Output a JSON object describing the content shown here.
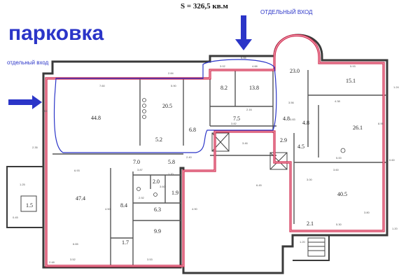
{
  "header": {
    "total_area": "S = 326,5 кв.м",
    "parking_label": "парковка",
    "entrance_left": "отдельный вход",
    "entrance_top": "ОТДЕЛЬНЫЙ ВХОД"
  },
  "colors": {
    "rental_boundary": "#d0264a",
    "annotation": "#2b35c8",
    "wall": "#3a3a3a"
  },
  "rooms": {
    "r1": "44.8",
    "r2": "20.5",
    "r3": "5.2",
    "r4": "6.8",
    "r5": "8.2",
    "r6": "13.8",
    "r7": "7.5",
    "r8": "23.0",
    "r9": "15.1",
    "r10": "4.8",
    "r11": "4.8",
    "r12": "26.1",
    "r13": "2.9",
    "r14": "4.5",
    "r15": "47.4",
    "r16": "7.0",
    "r17": "5.8",
    "r18": "2.0",
    "r19": "1.9",
    "r20": "8.4",
    "r21": "6.3",
    "r22": "9.9",
    "r23": "1.7",
    "r24": "1.5",
    "r25": "40.5",
    "r26": "2.1"
  },
  "dims": {
    "d1": "7.60",
    "d2": "5.90",
    "d3": "2.84",
    "d4": "5.55",
    "d5": "3.02",
    "d6": "4.88",
    "d7": "3.56",
    "d8": "4.38",
    "d9": "5.93",
    "d10": "8.95",
    "d11": "3.60",
    "d12": "5.00",
    "d13": "0.60",
    "d14": "1.24",
    "d15": "1.20",
    "d16": "3.53",
    "d17": "2.35",
    "d18": "3.82",
    "d19": "2.16",
    "d20": "6.93",
    "d21": "3.87",
    "d22": "3.60",
    "d23": "1.70",
    "d24": "2.92",
    "d25": "4.50",
    "d26": "6.65",
    "d27": "1.25",
    "d28": "3.52",
    "d29": "3.53",
    "d30": "4.90",
    "d31": "5.30",
    "d32": "3.80",
    "d33": "3.46",
    "d34": "3.00",
    "d35": "0.45",
    "d36": "1.20",
    "d37": "2.40",
    "d38": "6.45",
    "d39": "3.83",
    "d40": "2.48"
  }
}
